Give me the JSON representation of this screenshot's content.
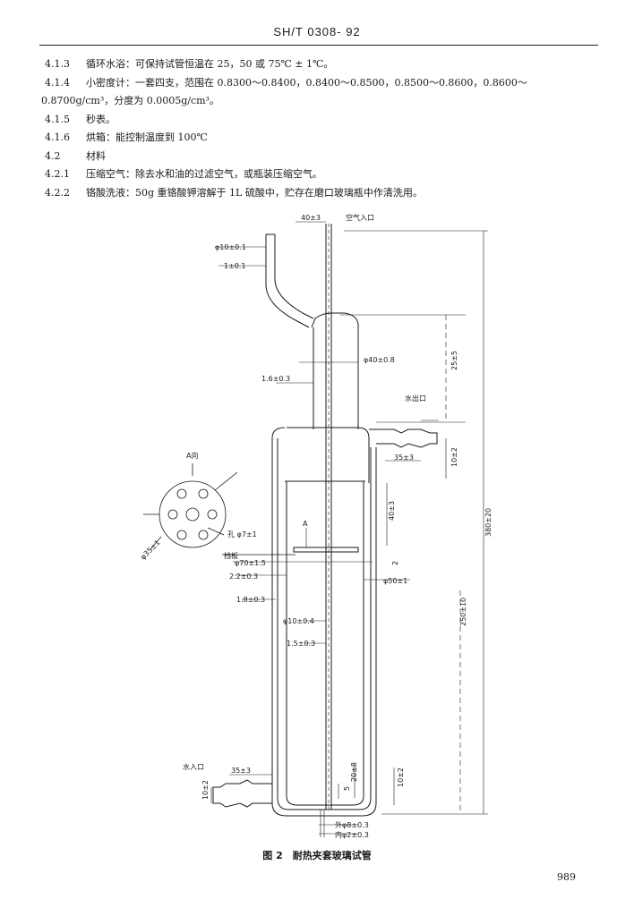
{
  "header": {
    "title": "SH/T 0308- 92"
  },
  "clauses": [
    {
      "num": "4.1.3",
      "text": "循环水浴：可保持试管恒温在 25，50 或 75℃ ± 1℃。"
    },
    {
      "num": "4.1.4",
      "text": "小密度计：一套四支，范围在 0.8300～0.8400，0.8400～0.8500，0.8500～0.8600，0.8600～"
    },
    {
      "num": "",
      "text": "0.8700g/cm³，分度为 0.0005g/cm³。"
    },
    {
      "num": "4.1.5",
      "text": "秒表。"
    },
    {
      "num": "4.1.6",
      "text": "烘箱：能控制温度到 100℃"
    },
    {
      "num": "4.2",
      "text": "材料"
    },
    {
      "num": "4.2.1",
      "text": "压缩空气：除去水和油的过滤空气，或瓶装压缩空气。"
    },
    {
      "num": "4.2.2",
      "text": "铬酸洗液：50g 重铬酸钾溶解于 1L 硫酸中，贮存在磨口玻璃瓶中作清洗用。"
    }
  ],
  "figure": {
    "caption": "图 2　耐热夹套玻璃试管",
    "labels": {
      "air_inlet": "空气入口",
      "water_outlet": "水出口",
      "water_inlet": "水入口",
      "view_a": "A向",
      "a_marker": "A",
      "baffle": "挡板",
      "hole": "孔 φ7±1",
      "pcd": "φ35±1",
      "d_top_offset": "40±3",
      "d_side_tube_od": "φ10±0.1",
      "d_side_tube_wall": "1±0.1",
      "d_dia_40": "φ40±0.8",
      "d_wall_16": "1.6±0.3",
      "d_25": "25±5",
      "d_outlet_35": "35±3",
      "d_outlet_10": "10±2",
      "d_40_3": "40±3",
      "d_dia_70": "φ70±1.5",
      "d_2": "2",
      "d_wall_22": "2.2±0.3",
      "d_dia_50": "φ50±1",
      "d_wall_18": "1.8±0.3",
      "d_dia_10": "φ10±0.4",
      "d_wall_15": "1.5±0.3",
      "d_total_380": "380±20",
      "d_250": "250±10",
      "d_inlet_35": "35±3",
      "d_inlet_10": "10±2",
      "d_20": "20±8",
      "d_5": "5",
      "d_10_2_bottom": "10±2",
      "d_outer_8": "外φ8±0.3",
      "d_inner_2": "内φ2±0.3"
    }
  },
  "page_number": "989"
}
